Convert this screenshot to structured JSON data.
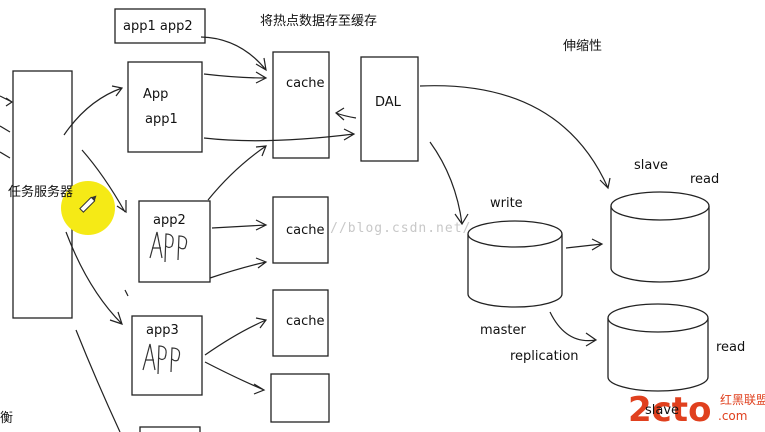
{
  "labels": {
    "top_app": "app1 app2",
    "note_cache_hot": "将热点数据存至缓存",
    "scalability": "伸缩性",
    "task_server": "任务服务器",
    "app_upper": "App",
    "app1": "app1",
    "app2": "app2",
    "app3": "app3",
    "cache1": "cache",
    "cache2": "cache",
    "cache3": "cache",
    "dal": "DAL",
    "write": "write",
    "master": "master",
    "replication": "replication",
    "slave_top": "slave",
    "read_top": "read",
    "read_bottom": "read",
    "slave_bottom": "slave",
    "left_fragment": "衡"
  },
  "watermark": "http://blog.csdn.net/",
  "logo": {
    "main": "2cto",
    "suffix": ".com",
    "tagline": "红黑联盟"
  },
  "colors": {
    "stroke": "#222222",
    "highlight": "#f5ea16",
    "logo": "#e0401e"
  },
  "icons": {
    "cursor": "pencil-icon"
  }
}
